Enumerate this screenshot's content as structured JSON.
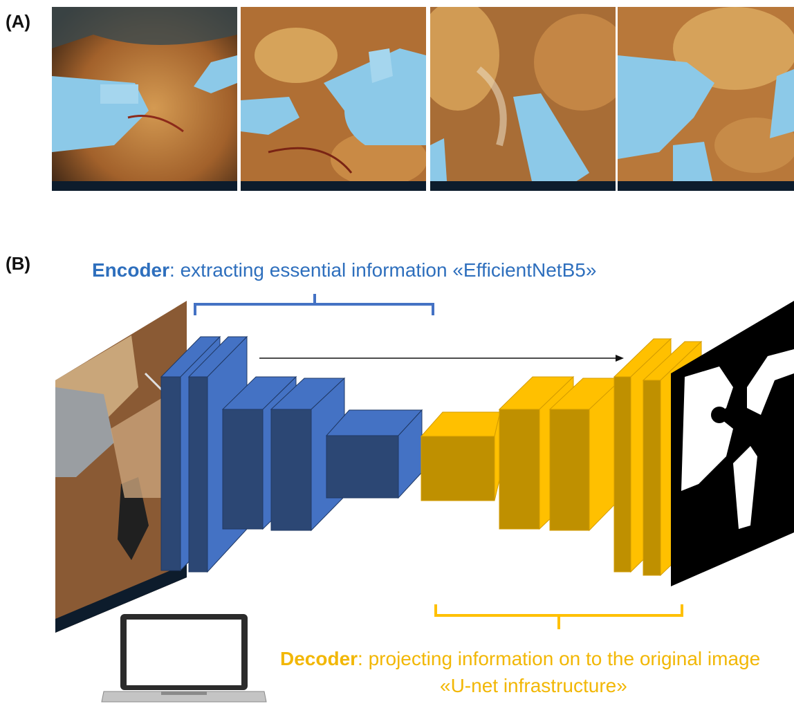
{
  "panel_a": {
    "label": "(A)"
  },
  "panel_b": {
    "label": "(B)",
    "encoder": {
      "title": "Encoder",
      "description": ": extracting essential information «EfficientNetB5»",
      "color": "#2e6fbd"
    },
    "decoder": {
      "title": "Decoder",
      "description": ": projecting information on to the original image",
      "line2": "«U-net infrastructure»",
      "color": "#f2b705"
    }
  },
  "colors": {
    "encoder_dark": "#2c4774",
    "encoder_light": "#4472c4",
    "decoder_dark": "#bf9000",
    "decoder_light": "#ffc000",
    "tissue": "#b9763a",
    "instrument": "#8cc9e8"
  },
  "icons": [
    "laptop-icon",
    "skip-connection-arrow",
    "surgical-input-image",
    "segmentation-mask-image"
  ]
}
